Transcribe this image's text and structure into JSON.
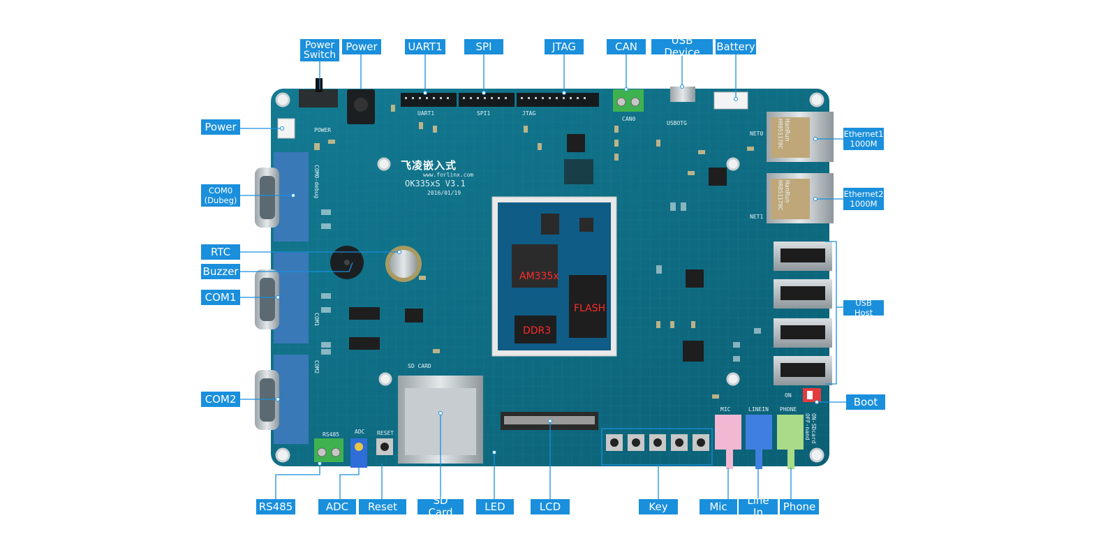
{
  "board": {
    "logo_text": "飞凌嵌入式",
    "logo_url": "www.forlinx.com",
    "model": "OK335xS V3.1",
    "date": "2016/01/19",
    "chip_cpu": "AM335x",
    "chip_flash": "FLASH",
    "chip_ddr": "DDR3",
    "silk_debug": "COM0-debug",
    "silk_com1": "COM1",
    "silk_com2": "COM2",
    "silk_sdcard": "SD CARD",
    "silk_usbotg": "USBOTG",
    "silk_can": "CAN0",
    "silk_uart": "UART1",
    "silk_spi": "SPI1",
    "silk_jtag": "JTAG",
    "silk_rs485": "RS485",
    "silk_reset": "RESET",
    "silk_power": "POWER",
    "silk_adc": "ADC",
    "silk_mic": "MIC",
    "silk_linein": "LINEIN",
    "silk_phone": "PHONE",
    "silk_on": "ON",
    "silk_boot": "ON-SDcard\nOFF-nand",
    "silk_net0": "NET0",
    "silk_net1": "NET1",
    "jack_brand": "HanRun",
    "jack_part": "HR851178C"
  },
  "labels": {
    "power_switch": "Power\nSwitch",
    "power_jack": "Power",
    "uart1": "UART1",
    "spi": "SPI",
    "jtag": "JTAG",
    "can": "CAN",
    "usb_device": "USB Device",
    "battery": "Battery",
    "power_left": "Power",
    "com0": "COM0\n(Dubeg)",
    "rtc": "RTC",
    "buzzer": "Buzzer",
    "com1": "COM1",
    "com2": "COM2",
    "ethernet1": "Ethernet1\n1000M",
    "ethernet2": "Ethernet2\n1000M",
    "usb_host": "USB Host",
    "boot": "Boot",
    "rs485": "RS485",
    "adc": "ADC",
    "reset": "Reset",
    "sd_card": "SD Card",
    "led": "LED",
    "lcd": "LCD",
    "key": "Key",
    "mic": "Mic",
    "line_in": "Line In",
    "phone": "Phone"
  },
  "colors": {
    "label_bg": "#1a8fdc",
    "pcb": "#0f6f86",
    "leader": "#1a8fdc"
  }
}
